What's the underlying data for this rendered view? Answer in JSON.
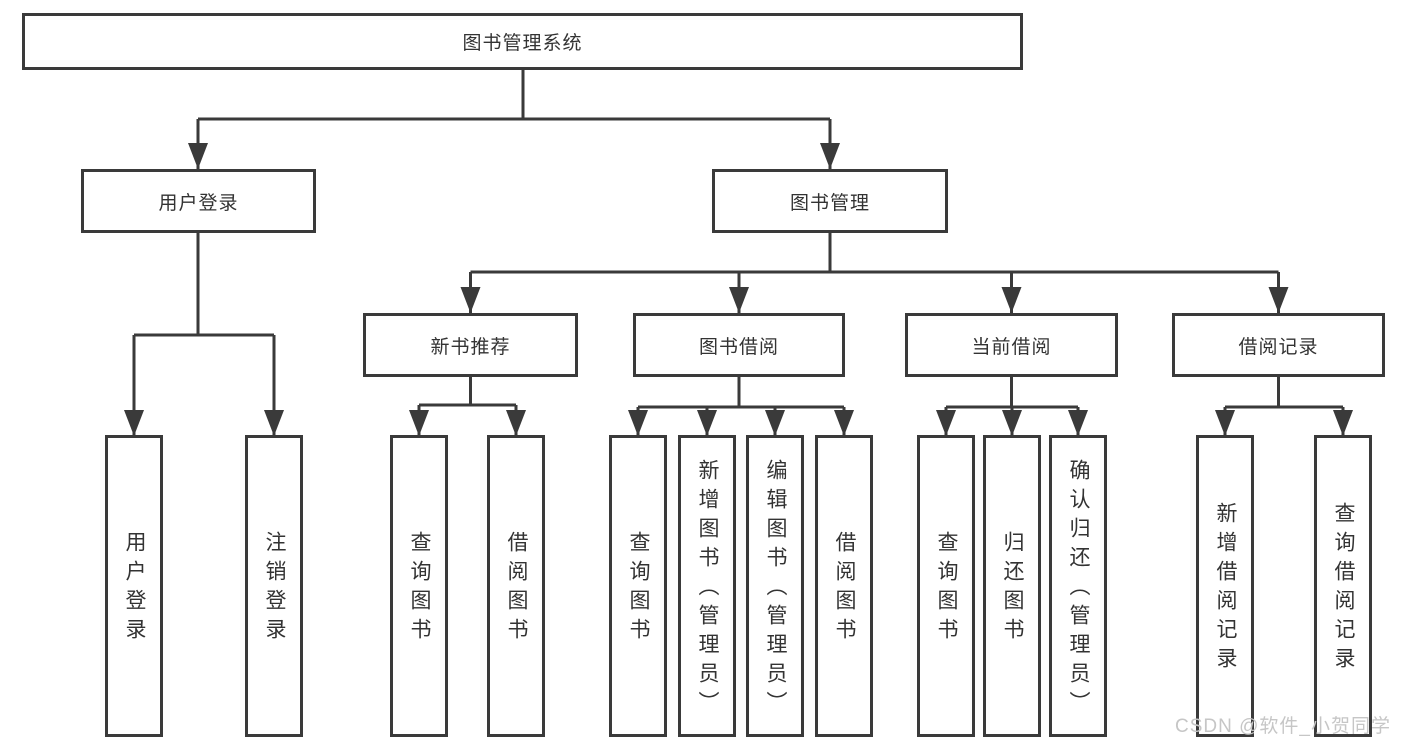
{
  "tree": {
    "label": "图书管理系统",
    "children": [
      {
        "label": "用户登录",
        "children": [
          {
            "label": "用户登录"
          },
          {
            "label": "注销登录"
          }
        ]
      },
      {
        "label": "图书管理",
        "children": [
          {
            "label": "新书推荐",
            "children": [
              {
                "label": "查询图书"
              },
              {
                "label": "借阅图书"
              }
            ]
          },
          {
            "label": "图书借阅",
            "children": [
              {
                "label": "查询图书"
              },
              {
                "label": "新增图书（管理员）"
              },
              {
                "label": "编辑图书（管理员）"
              },
              {
                "label": "借阅图书"
              }
            ]
          },
          {
            "label": "当前借阅",
            "children": [
              {
                "label": "查询图书"
              },
              {
                "label": "归还图书"
              },
              {
                "label": "确认归还（管理员）"
              }
            ]
          },
          {
            "label": "借阅记录",
            "children": [
              {
                "label": "新增借阅记录"
              },
              {
                "label": "查询借阅记录"
              }
            ]
          }
        ]
      }
    ]
  },
  "watermark": {
    "text": "CSDN @软件_小贺同学"
  },
  "colors": {
    "line": "#3a3a3a",
    "box_border": "#3a3a3a",
    "box_fill": "#ffffff",
    "text": "#333333",
    "watermark": "#c6c6c6",
    "background": "#ffffff"
  }
}
